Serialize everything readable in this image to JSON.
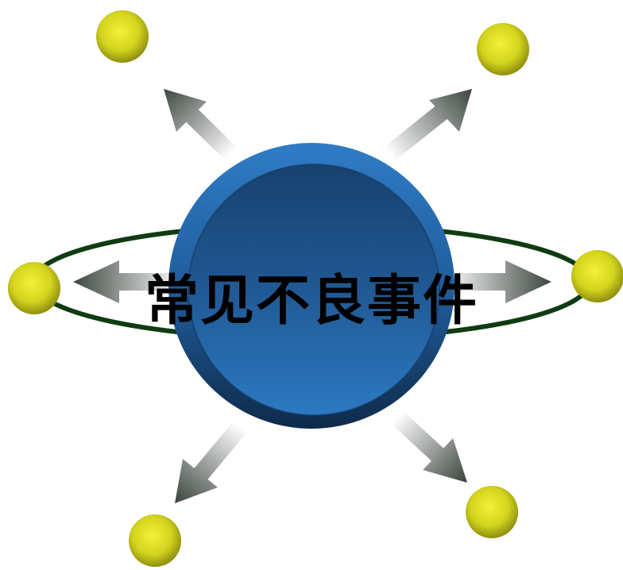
{
  "center": {
    "title": "常见不良事件"
  },
  "colors": {
    "circle_outer": "#2a6fb6",
    "circle_inner": "#1c4d86",
    "ring": "#0f3b12",
    "node": "#d4d41e",
    "arrow_dark": "#47514a"
  },
  "nodes": [
    {
      "id": "top-left",
      "icon": "yellow-dot"
    },
    {
      "id": "top-right",
      "icon": "yellow-dot"
    },
    {
      "id": "left",
      "icon": "yellow-dot"
    },
    {
      "id": "right",
      "icon": "yellow-dot"
    },
    {
      "id": "bottom-left",
      "icon": "yellow-dot"
    },
    {
      "id": "bottom-right",
      "icon": "yellow-dot"
    }
  ]
}
